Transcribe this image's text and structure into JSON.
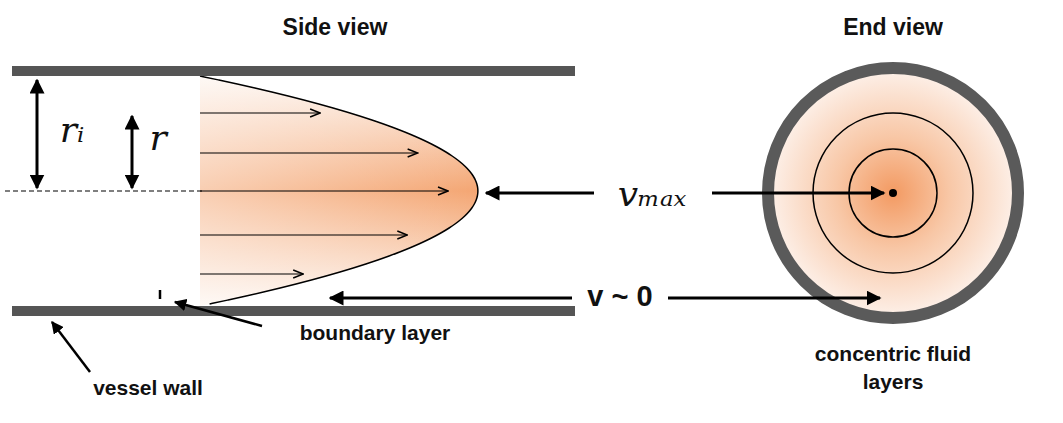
{
  "diagram": {
    "labels": [
      "Side view",
      "End view",
      "rᵢ",
      "r",
      "vₘₐₓ",
      "v ~ 0",
      "boundary layer",
      "vessel wall",
      "concentric fluid layers"
    ]
  }
}
